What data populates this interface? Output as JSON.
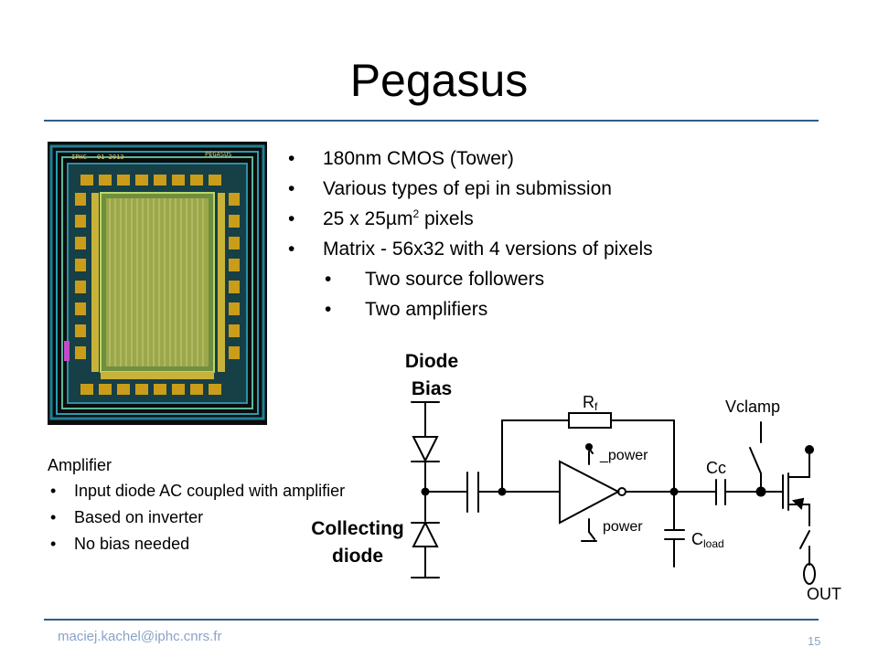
{
  "slide": {
    "title": "Pegasus",
    "bullets": [
      {
        "text": "180nm CMOS (Tower)",
        "level": 1
      },
      {
        "text": "Various types of epi in submission",
        "level": 1
      },
      {
        "text": "25 x 25µm",
        "sup": "2",
        "after": " pixels",
        "level": 1
      },
      {
        "text": "Matrix - 56x32 with 4 versions of pixels",
        "level": 1
      },
      {
        "text": "Two source followers",
        "level": 2
      },
      {
        "text": "Two amplifiers",
        "level": 2
      }
    ],
    "amplifier": {
      "heading": "Amplifier",
      "items": [
        "Input diode AC coupled with amplifier",
        "Based on inverter",
        "No bias needed"
      ]
    },
    "bullet_glyph": "•",
    "footer_email": "maciej.kachel@iphc.cnrs.fr",
    "page_number": "15"
  },
  "chip_layout": {
    "label_left": "IPHC",
    "label_date": "01 2013",
    "label_right": "PEGASUS"
  },
  "circuit": {
    "diode_bias_line1": "Diode",
    "diode_bias_line2": "Bias",
    "collecting_line1": "Collecting",
    "collecting_line2": "diode",
    "rf_main": "R",
    "rf_sub": "f",
    "power_top": "_power",
    "power_bottom": "power",
    "vclamp": "Vclamp",
    "cc": "Cc",
    "cload_main": "C",
    "cload_sub": "load",
    "out": "OUT"
  },
  "colors": {
    "rule": "#2e5d8a",
    "footer": "#8aa2c8",
    "chip_bg": "#0c0c0c"
  }
}
